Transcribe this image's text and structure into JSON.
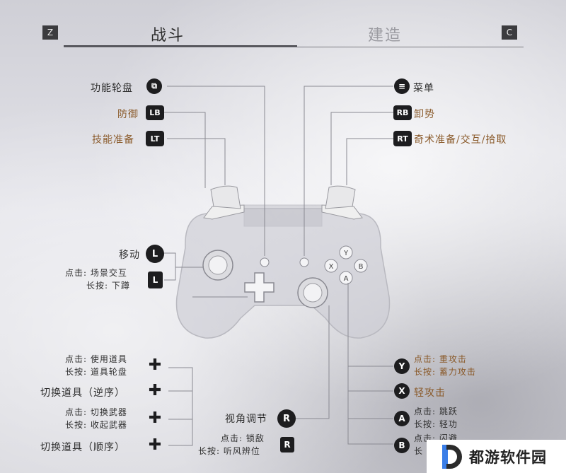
{
  "tabs": {
    "left_key": "Z",
    "right_key": "C",
    "combat": "战斗",
    "build": "建造"
  },
  "top_left": {
    "wheel": "功能轮盘",
    "defend": "防御",
    "skill_ready": "技能准备",
    "lb": "LB",
    "lt": "LT"
  },
  "top_right": {
    "menu": "菜单",
    "unload": "卸势",
    "rb": "RB",
    "rt": "RT",
    "special": "奇术准备/交互/拾取"
  },
  "left_stick": {
    "move": "移动",
    "key": "L",
    "tap": "点击: 场景交互",
    "hold": "长按: 下蹲"
  },
  "dpad": {
    "use_tap": "点击: 使用道具",
    "use_hold": "长按: 道具轮盘",
    "switch_rev": "切换道具（逆序）",
    "weapon_tap": "点击: 切换武器",
    "weapon_hold": "长按: 收起武器",
    "switch_fwd": "切换道具（顺序）"
  },
  "right_stick": {
    "view": "视角调节",
    "key": "R",
    "tap": "点击: 锁敌",
    "hold": "长按: 听风辨位"
  },
  "face": {
    "y": "Y",
    "x": "X",
    "a": "A",
    "b": "B",
    "y_tap": "点击: 重攻击",
    "y_hold": "长按: 蓄力攻击",
    "x_label": "轻攻击",
    "a_tap": "点击: 跳跃",
    "a_hold": "长按: 轻功",
    "b_tap": "点击: 闪避",
    "b_hold": "长"
  },
  "watermark": {
    "text": "都游软件园",
    "logo": "D"
  },
  "colors": {
    "accent": "#8a5a2a",
    "text": "#2e2e2e"
  }
}
